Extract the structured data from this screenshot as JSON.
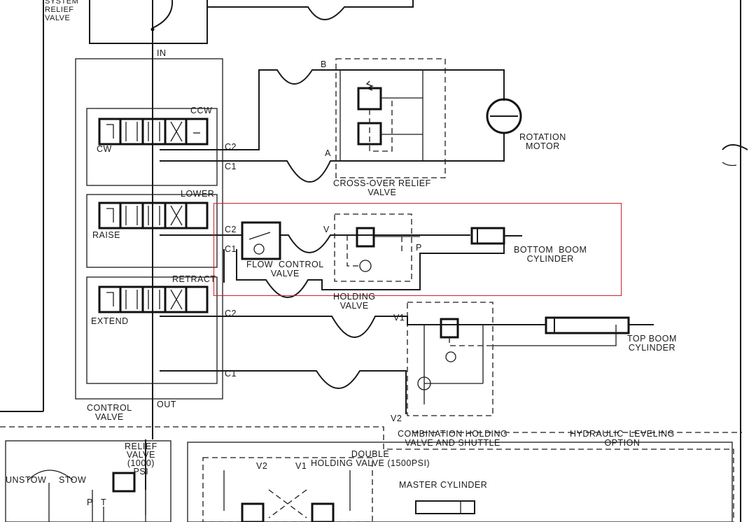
{
  "highlight_color": "#c8232c",
  "labels": {
    "system_relief_valve": "SYSTEM\nRELIEF\nVALVE",
    "in": "IN",
    "out": "OUT",
    "control_valve": "CONTROL\nVALVE",
    "ccw": "CCW",
    "cw": "CW",
    "lower": "LOWER",
    "raise": "RAISE",
    "retract": "RETRACT",
    "extend": "EXTEND",
    "b": "B",
    "a": "A",
    "c2_top": "C2",
    "c1_top": "C1",
    "c2_mid": "C2",
    "c1_mid": "C1",
    "c2_bot": "C2",
    "c1_bot": "C1",
    "cross_over_relief_valve": "CROSS-OVER RELIEF\nVALVE",
    "rotation_motor": "ROTATION\nMOTOR",
    "v": "V",
    "p": "P",
    "flow_control_valve": "FLOW  CONTROL\nVALVE",
    "holding_valve": "HOLDING\nVALVE",
    "bottom_boom_cylinder": "BOTTOM  BOOM\nCYLINDER",
    "v1_mid": "V1",
    "v2_mid": "V2",
    "top_boom_cylinder": "TOP BOOM\nCYLINDER",
    "combination_holding_valve": "COMBINATION HOLDING\nVALVE AND SHUTTLE",
    "hydraulic_leveling_option": "HYDRAULIC  LEVELING\nOPTION",
    "relief_valve_1000": "RELIEF\nVALVE\n(1000)\nPSI",
    "unstow": "UNSTOW",
    "stow": "STOW",
    "p_low": "P",
    "t_low": "T",
    "double_holding_valve": "DOUBLE\nHOLDING VALVE (1500PSI)",
    "v2_low": "V2",
    "v1_low": "V1",
    "master_cylinder": "MASTER CYLINDER"
  }
}
